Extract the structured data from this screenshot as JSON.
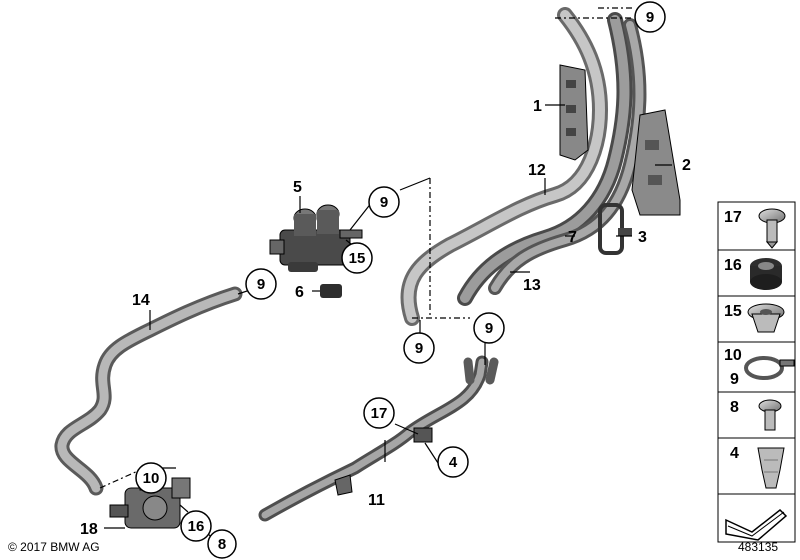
{
  "copyright": "© 2017 BMW AG",
  "reference_number": "483135",
  "callouts": [
    "1",
    "2",
    "3",
    "5",
    "6",
    "7",
    "11",
    "12",
    "13",
    "14",
    "18"
  ],
  "circled_callouts": [
    "9",
    "9",
    "15",
    "9",
    "9",
    "9",
    "17",
    "4",
    "10",
    "16",
    "8"
  ],
  "legend": [
    "17",
    "16",
    "15",
    "10",
    "9",
    "8",
    "4"
  ],
  "colors": {
    "hose_dark": "#6b6b6b",
    "hose_light": "#b0b0b0",
    "pipe_dark": "#555555",
    "pipe_light": "#9a9a9a",
    "stroke": "#000000"
  }
}
